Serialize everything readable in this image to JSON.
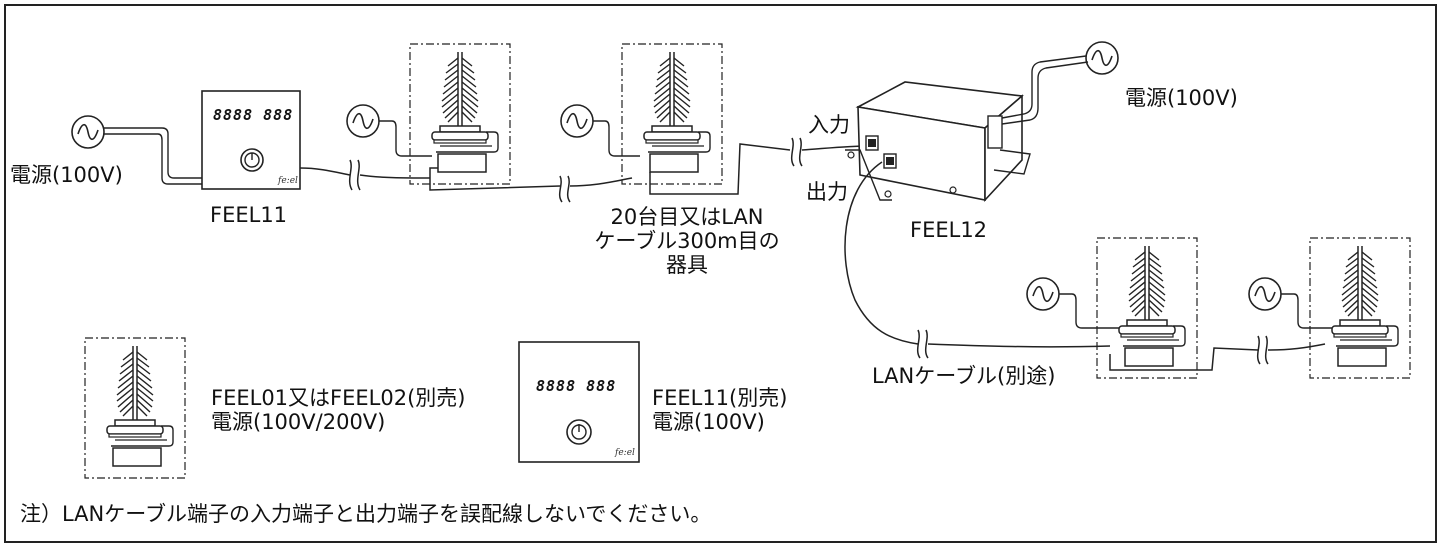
{
  "labels": {
    "power_left": "電源(100V)",
    "power_right": "電源(100V)",
    "feel11_caption": "FEEL11",
    "device20_line1": "20台目又はLAN",
    "device20_line2": "ケーブル300m目の",
    "device20_line3": "器具",
    "input": "入力",
    "output": "出力",
    "feel12_caption": "FEEL12",
    "lan_cable": "LANケーブル(別途)",
    "legend_feel01_line1": "FEEL01又はFEEL02(別売)",
    "legend_feel01_line2": "電源(100V/200V)",
    "legend_feel11_line1": "FEEL11(別売)",
    "legend_feel11_line2": "電源(100V)",
    "note": "注）LANケーブル端子の入力端子と出力端子を誤配線しないでください。"
  },
  "controller": {
    "display_text": "8888 888",
    "brand": "fe:el"
  },
  "icons": [
    "ac-power-icon",
    "power-button-icon",
    "fixture-icon",
    "hub-box-icon"
  ]
}
